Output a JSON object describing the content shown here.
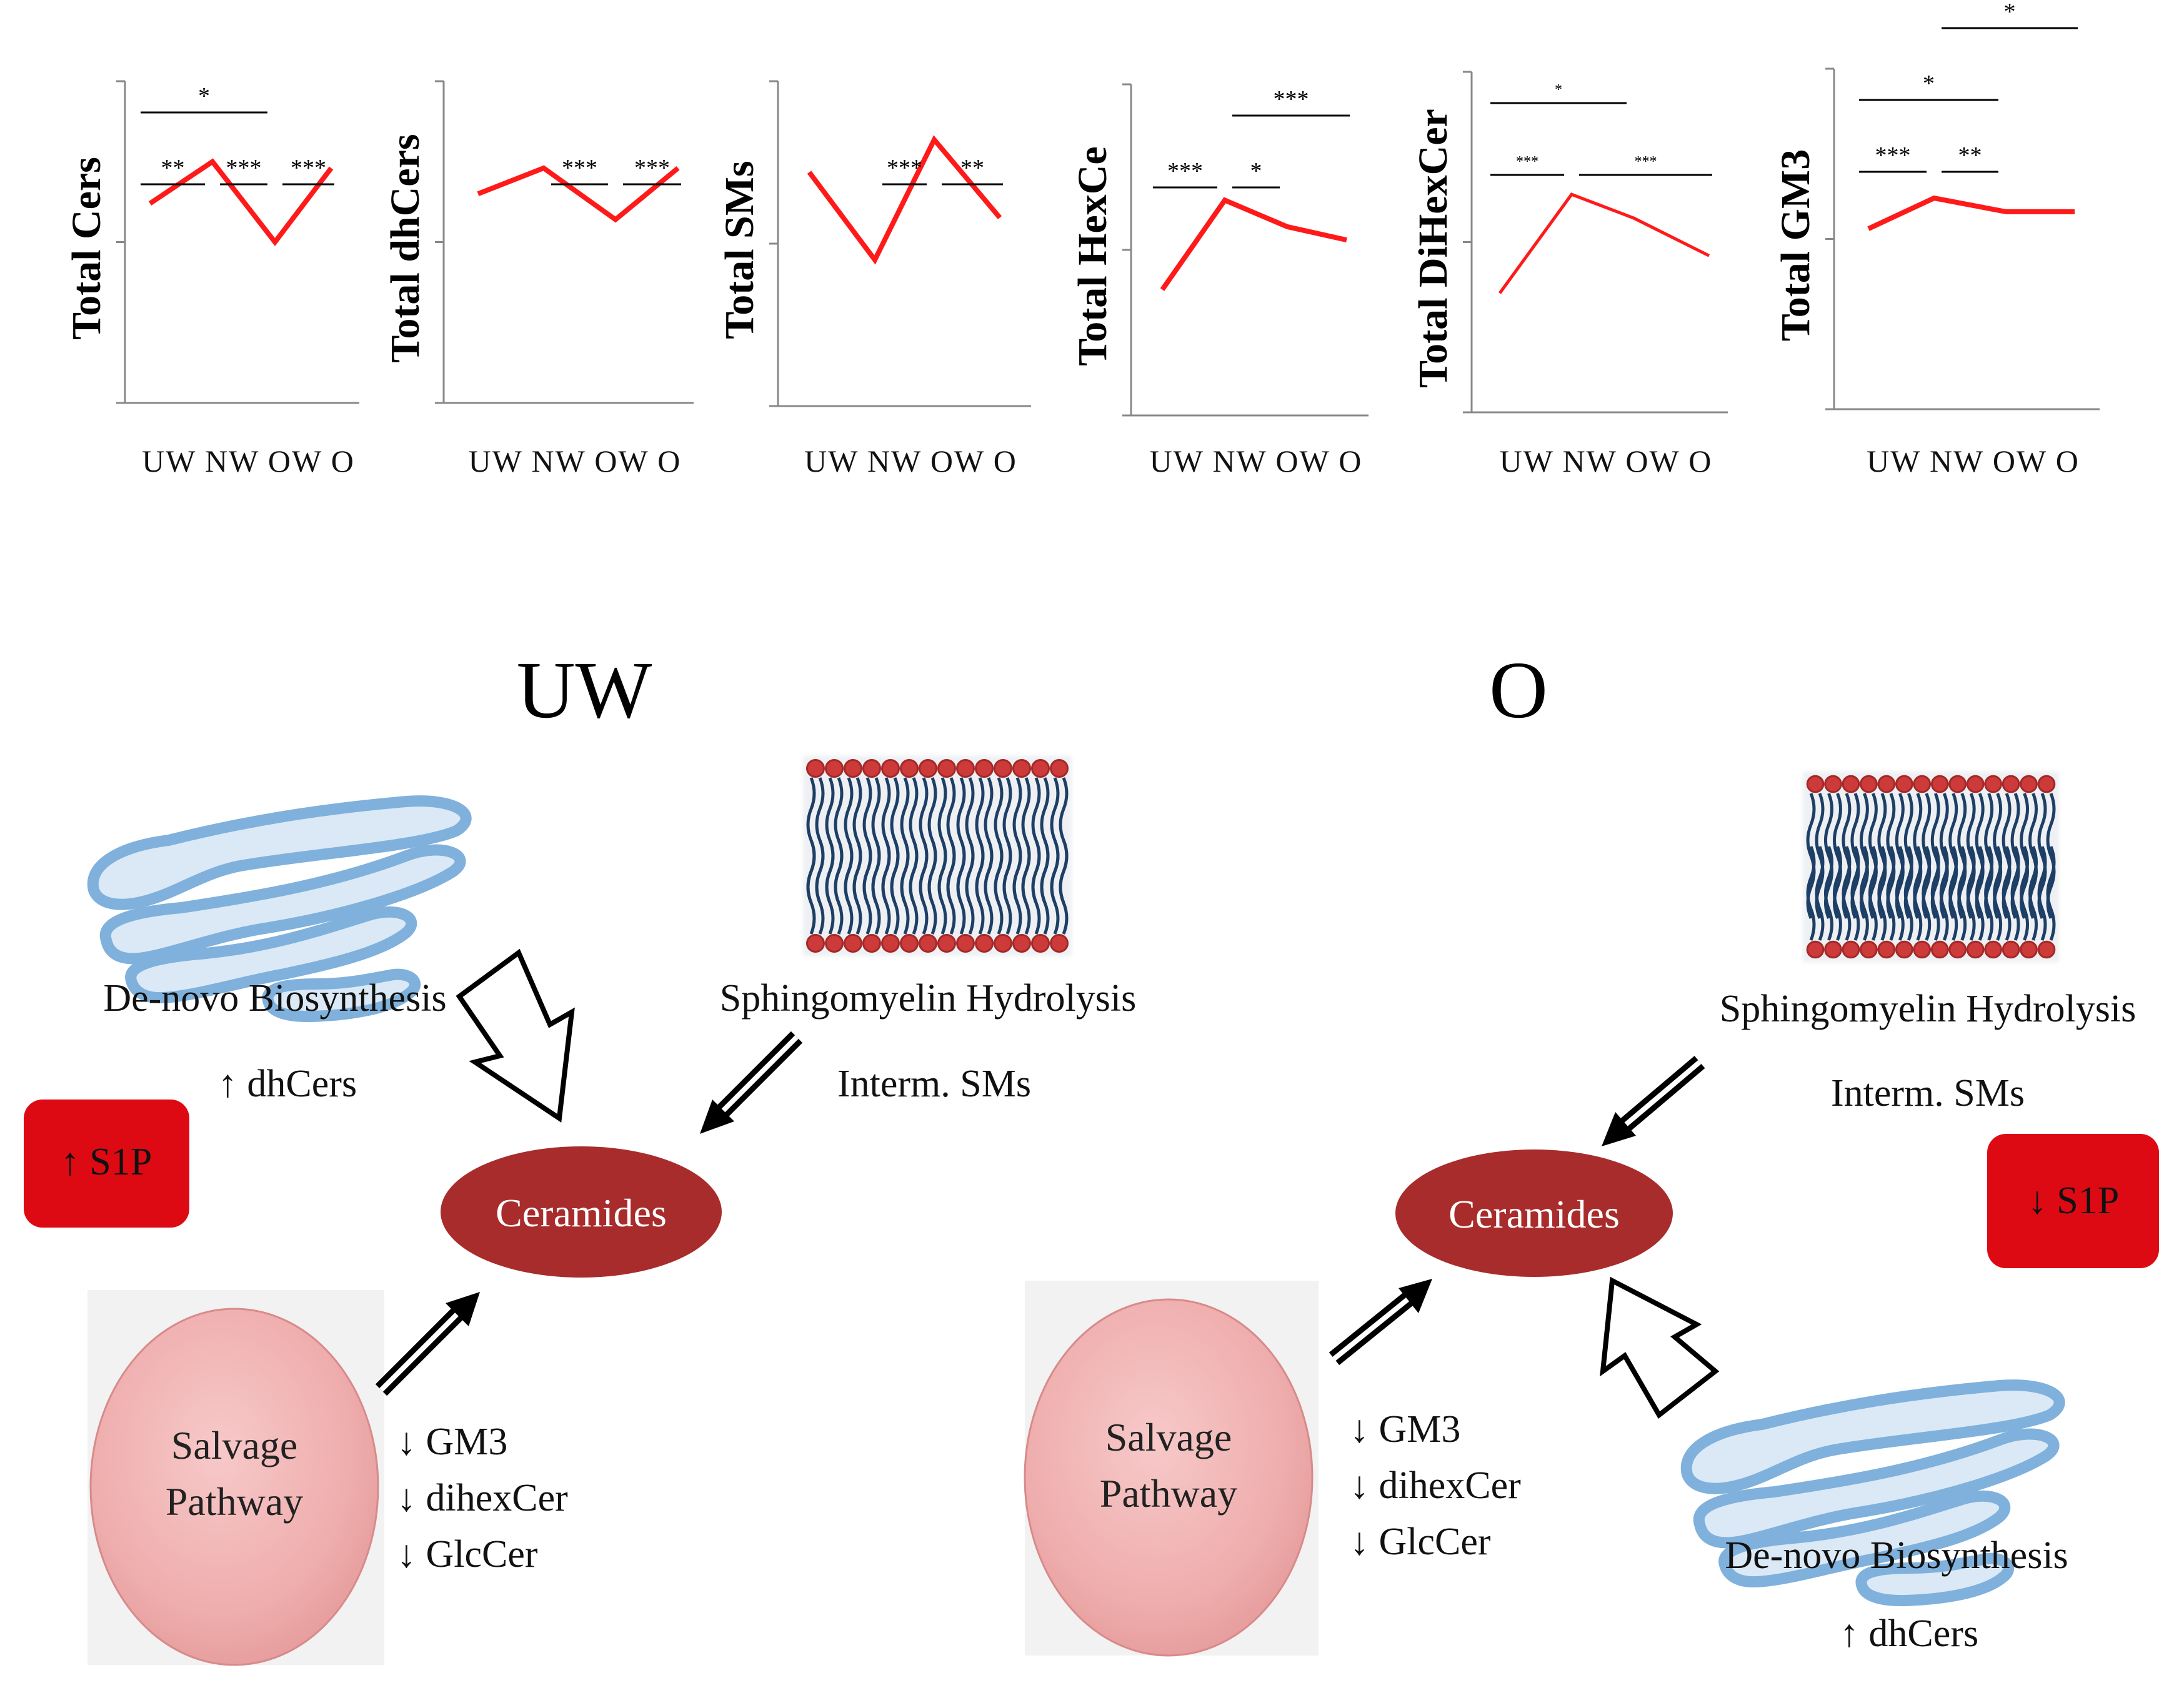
{
  "chart_data": [
    {
      "type": "line",
      "ylabel": "Total Cers",
      "x_labels": [
        "UW",
        "NW",
        "OW",
        "O"
      ],
      "values": [
        0.62,
        0.75,
        0.5,
        0.73
      ],
      "color": "#ff1a1a",
      "significance": [
        {
          "from": "UW",
          "to": "NW",
          "label": "**"
        },
        {
          "from": "NW",
          "to": "OW",
          "label": "***"
        },
        {
          "from": "OW",
          "to": "O",
          "label": "***"
        },
        {
          "from": "UW",
          "to": "OW",
          "label": "*"
        }
      ]
    },
    {
      "type": "line",
      "ylabel": "Total dhCers",
      "x_labels": [
        "UW",
        "NW",
        "OW",
        "O"
      ],
      "values": [
        0.65,
        0.73,
        0.57,
        0.73
      ],
      "color": "#ff1a1a",
      "significance": [
        {
          "from": "NW",
          "to": "OW",
          "label": "***"
        },
        {
          "from": "OW",
          "to": "O",
          "label": "***"
        }
      ]
    },
    {
      "type": "line",
      "ylabel": "Total SMs",
      "x_labels": [
        "UW",
        "NW",
        "OW",
        "O"
      ],
      "values": [
        0.72,
        0.45,
        0.82,
        0.58
      ],
      "color": "#ff1a1a",
      "significance": [
        {
          "from": "NW",
          "to": "OW",
          "label": "***"
        },
        {
          "from": "OW",
          "to": "O",
          "label": "**"
        }
      ]
    },
    {
      "type": "line",
      "ylabel": "Total HexCe",
      "x_labels": [
        "UW",
        "NW",
        "OW",
        "O"
      ],
      "values": [
        0.38,
        0.65,
        0.57,
        0.53
      ],
      "color": "#ff1a1a",
      "significance": [
        {
          "from": "UW",
          "to": "NW",
          "label": "***"
        },
        {
          "from": "NW",
          "to": "OW",
          "label": "*"
        },
        {
          "from": "NW",
          "to": "O",
          "label": "***"
        }
      ]
    },
    {
      "type": "line",
      "ylabel": "Total DiHexCer",
      "x_labels": [
        "UW",
        "NW",
        "OW",
        "O"
      ],
      "values": [
        0.35,
        0.64,
        0.57,
        0.46
      ],
      "color": "#ff1a1a",
      "significance": [
        {
          "from": "UW",
          "to": "NW",
          "label": "***"
        },
        {
          "from": "NW",
          "to": "O",
          "label": "***"
        },
        {
          "from": "UW",
          "to": "OW",
          "label": "*"
        }
      ]
    },
    {
      "type": "line",
      "ylabel": "Total GM3",
      "x_labels": [
        "UW",
        "NW",
        "OW",
        "O"
      ],
      "values": [
        0.53,
        0.62,
        0.58,
        0.58
      ],
      "color": "#ff1a1a",
      "significance": [
        {
          "from": "UW",
          "to": "NW",
          "label": "***"
        },
        {
          "from": "NW",
          "to": "OW",
          "label": "**"
        },
        {
          "from": "UW",
          "to": "OW",
          "label": "*"
        },
        {
          "from": "NW",
          "to": "O",
          "label": "*"
        },
        {
          "from": "UW",
          "to": "O",
          "label": "*"
        }
      ]
    }
  ],
  "left_panel": {
    "title": "UW",
    "denovo": "De-novo Biosynthesis",
    "denovo_change": "↑ dhCers",
    "s1p": "↑ S1P",
    "sm_hydrolysis": "Sphingomyelin Hydrolysis",
    "sm_change": "Interm.  SMs",
    "ceramides": "Ceramides",
    "salvage_line1": "Salvage",
    "salvage_line2": "Pathway",
    "salvage_changes": [
      "↓  GM3",
      "↓  dihexCer",
      "↓  GlcCer"
    ]
  },
  "right_panel": {
    "title": "O",
    "denovo": "De-novo Biosynthesis",
    "denovo_change": "↑ dhCers",
    "s1p": "↓ S1P",
    "sm_hydrolysis": "Sphingomyelin Hydrolysis",
    "sm_change": "Interm.  SMs",
    "ceramides": "Ceramides",
    "salvage_line1": "Salvage",
    "salvage_line2": "Pathway",
    "salvage_changes": [
      "↓  GM3",
      "↓  dihexCer",
      "↓  GlcCer"
    ]
  },
  "colors": {
    "line": "#ff1a1a",
    "ceramide": "#a82c2c",
    "s1p_box": "#dd0a14",
    "salvage": "#f1b3b3",
    "golgi_fill": "#dbe9f6",
    "golgi_stroke": "#7fb1dc",
    "membrane_head": "#cc3a3a",
    "membrane_tail": "#1d3f66"
  }
}
